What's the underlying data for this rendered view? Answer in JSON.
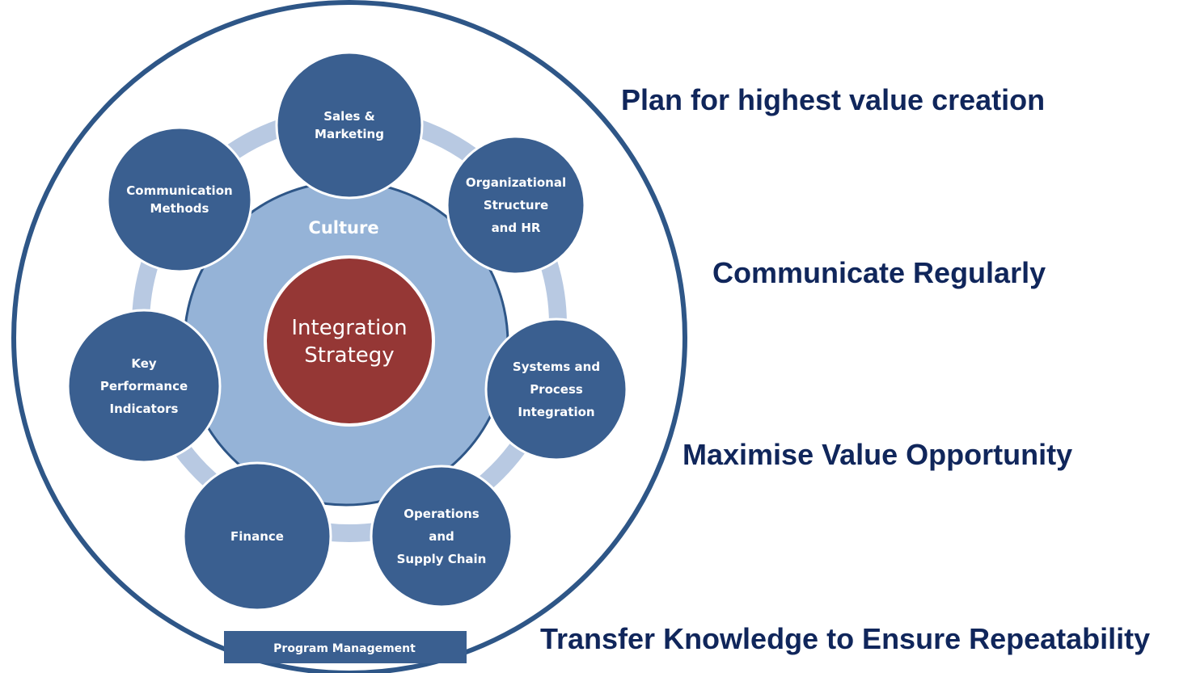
{
  "diagram": {
    "core": {
      "lines": [
        "Integration",
        "Strategy"
      ]
    },
    "ring_label": "Culture",
    "nodes": [
      {
        "id": "sales-marketing",
        "lines": [
          "Sales &",
          "Marketing"
        ]
      },
      {
        "id": "org-structure-hr",
        "lines": [
          "Organizational",
          "Structure",
          "and  HR"
        ]
      },
      {
        "id": "systems-process",
        "lines": [
          "Systems and",
          "Process",
          "Integration"
        ]
      },
      {
        "id": "operations-supply-chain",
        "lines": [
          "Operations",
          "and",
          "Supply Chain"
        ]
      },
      {
        "id": "finance",
        "lines": [
          "Finance"
        ]
      },
      {
        "id": "kpi",
        "lines": [
          "Key",
          "Performance",
          "Indicators"
        ]
      },
      {
        "id": "communication-methods",
        "lines": [
          "Communication",
          "Methods"
        ]
      }
    ],
    "footer_bar": "Program Management"
  },
  "principles": [
    "Plan for highest value creation",
    "Communicate Regularly",
    "Maximise Value Opportunity",
    "Transfer Knowledge to Ensure Repeatability"
  ],
  "colors": {
    "navy_node": "#3a5f90",
    "node_stroke": "#ffffff",
    "culture_ring": "#95b3d7",
    "connector_ring": "#b8c9e2",
    "outer_circle": "#2e5687",
    "core": "#953735",
    "principle_text": "#10265b"
  }
}
